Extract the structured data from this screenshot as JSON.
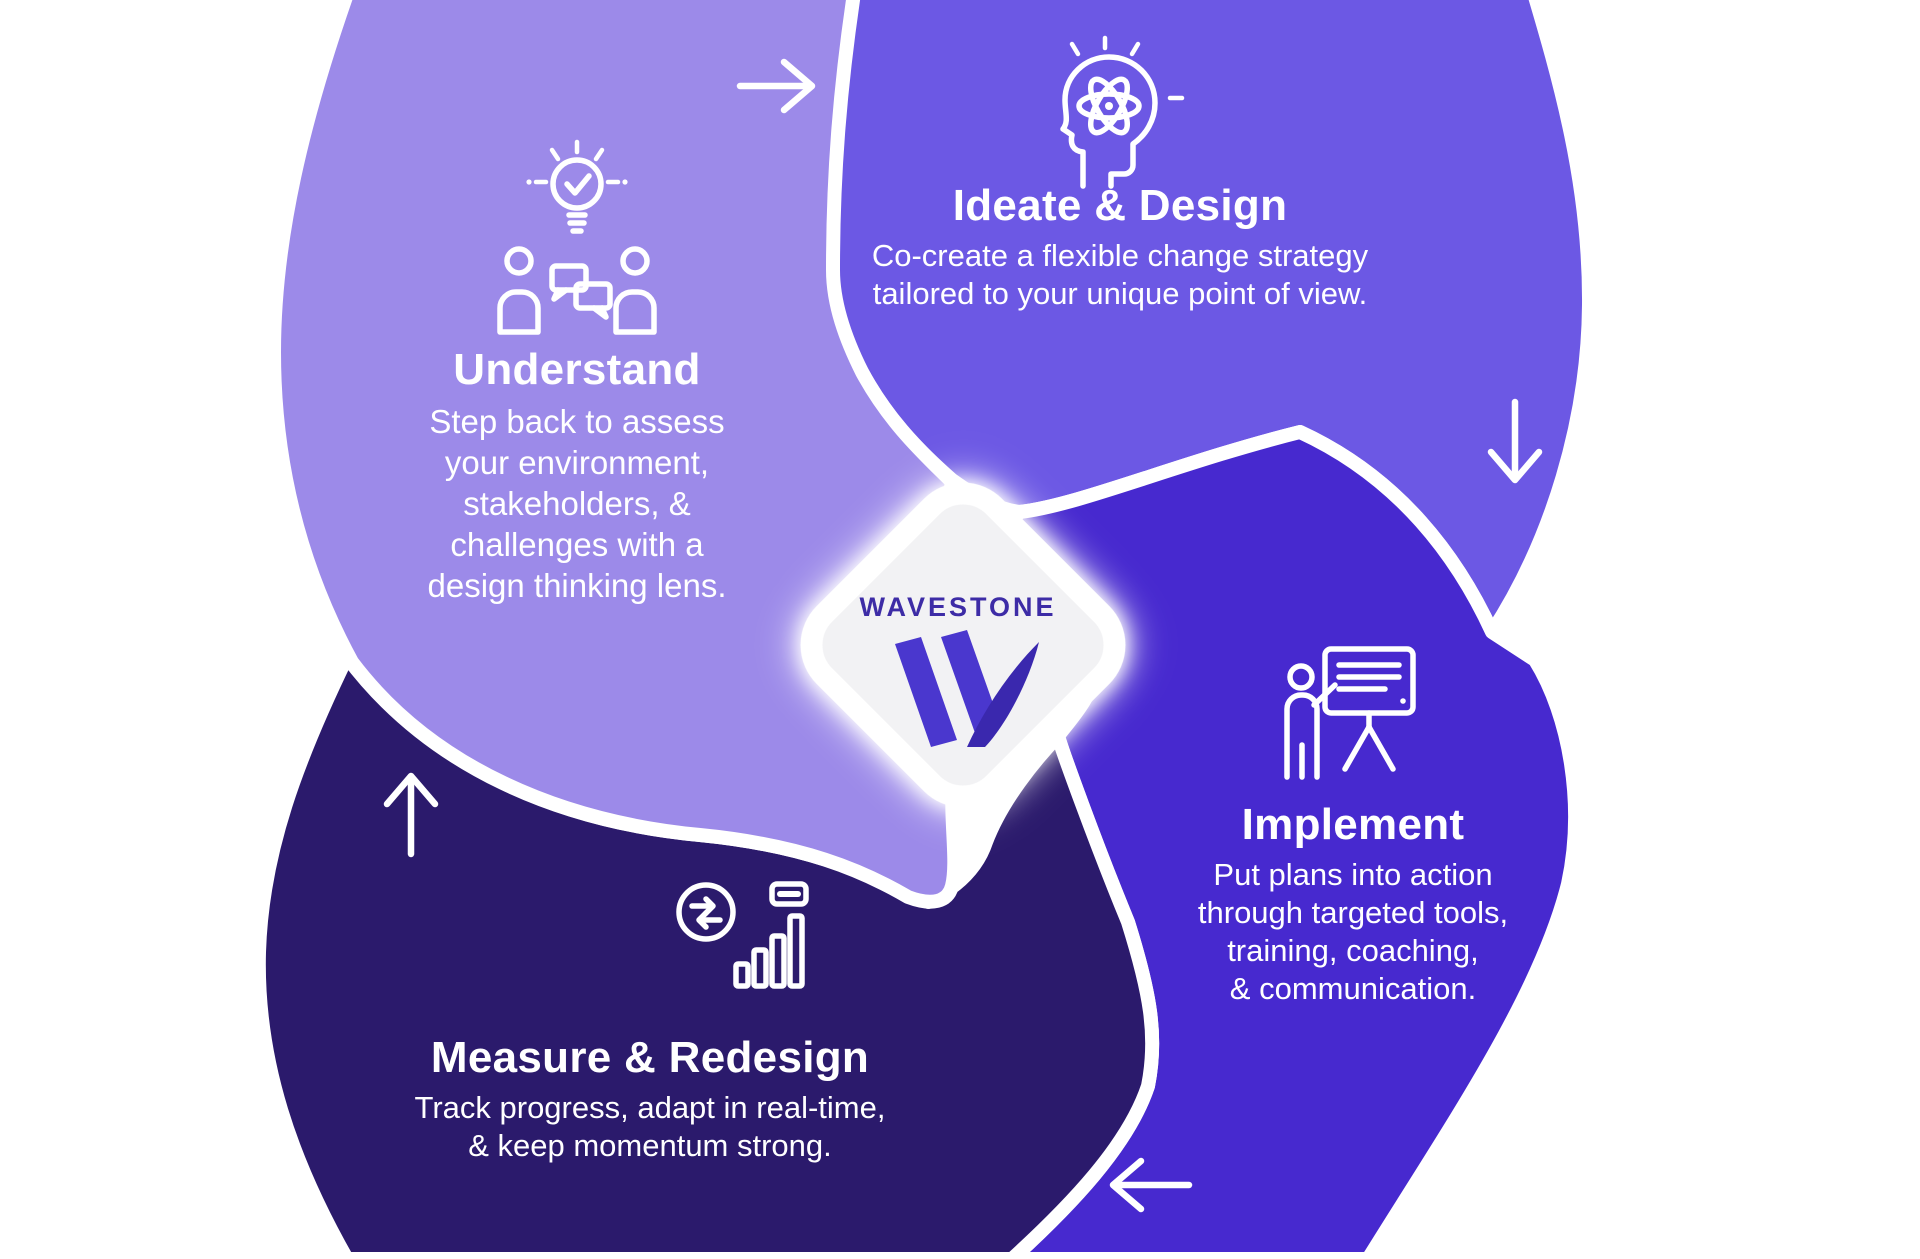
{
  "canvas": {
    "background": "#ffffff"
  },
  "brand": {
    "wordmark": "WAVESTONE",
    "wordmark_color": "#3D2CA6",
    "mark_primary": "#4A37CE",
    "mark_accent": "#3A28AE",
    "tile_fill": "#F2F2F4"
  },
  "phases": [
    {
      "id": "understand",
      "title": "Understand",
      "color": "#9C8AE9",
      "icon": "lightbulb-check-and-people-chat",
      "description": "Step back to assess your environment, stakeholders, & challenges with a design thinking lens.",
      "lines": [
        "Step back to assess",
        "your environment,",
        "stakeholders, &",
        "challenges with a",
        "design thinking lens."
      ]
    },
    {
      "id": "ideate-design",
      "title": "Ideate & Design",
      "color": "#6C58E4",
      "icon": "head-with-atom",
      "description": "Co-create a flexible change strategy tailored to your unique point of view.",
      "lines": [
        "Co-create a flexible change strategy",
        "tailored to your unique point of view."
      ]
    },
    {
      "id": "implement",
      "title": "Implement",
      "color": "#4729CF",
      "icon": "presenter-at-board",
      "description": "Put plans into action through targeted tools, training, coaching, & communication.",
      "lines": [
        "Put plans into action",
        "through targeted tools,",
        "training, coaching,",
        "& communication."
      ]
    },
    {
      "id": "measure-redesign",
      "title": "Measure & Redesign",
      "color": "#2B1A6C",
      "icon": "bar-chart-with-cycle",
      "description": "Track progress, adapt in real-time, & keep momentum strong.",
      "lines": [
        "Track progress, adapt in real-time,",
        "& keep momentum strong."
      ]
    }
  ],
  "flow_arrows": [
    {
      "id": "flow-top",
      "direction": "right"
    },
    {
      "id": "flow-right",
      "direction": "down"
    },
    {
      "id": "flow-bottom",
      "direction": "left"
    },
    {
      "id": "flow-left",
      "direction": "up"
    }
  ]
}
